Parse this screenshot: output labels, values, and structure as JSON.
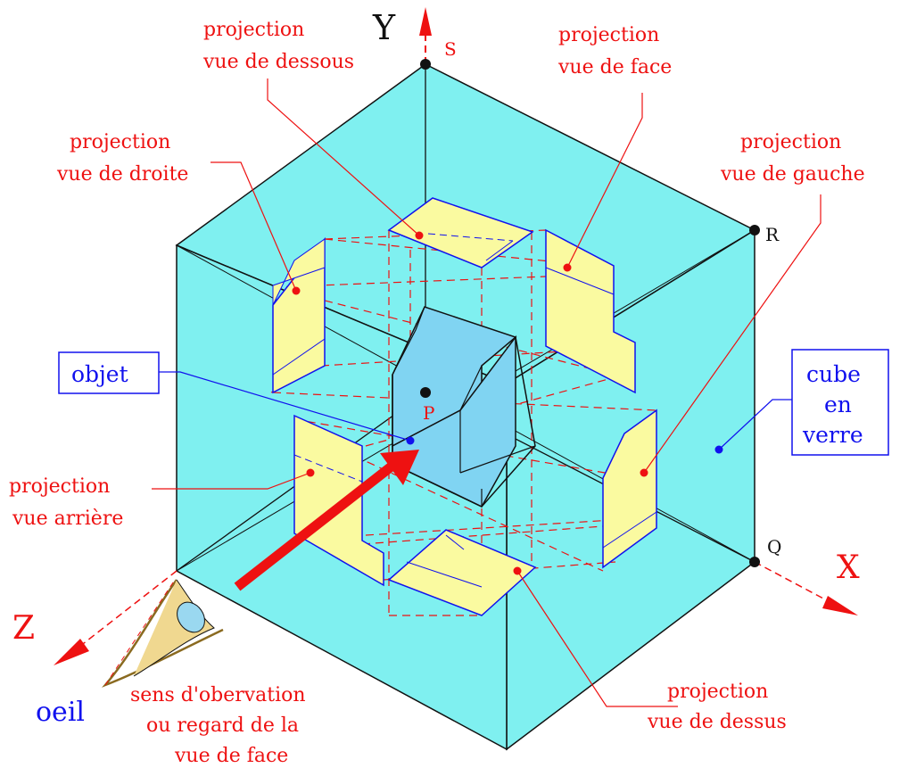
{
  "axes": {
    "x": "X",
    "y": "Y",
    "z": "Z"
  },
  "points": {
    "s": "S",
    "r": "R",
    "q": "Q",
    "p": "P"
  },
  "labels": {
    "dessous_1": "projection",
    "dessous_2": "vue de dessous",
    "face_1": "projection",
    "face_2": "vue de face",
    "droite_1": "projection",
    "droite_2": "vue de droite",
    "gauche_1": "projection",
    "gauche_2": "vue de gauche",
    "arriere_1": "projection",
    "arriere_2": "vue arrière",
    "dessus_1": "projection",
    "dessus_2": "vue de dessus",
    "objet": "objet",
    "cube_1": "cube",
    "cube_2": "en",
    "cube_3": "verre",
    "oeil": "oeil",
    "sens_1": "sens d'obervation",
    "sens_2": "ou regard de la",
    "sens_3": "vue de face"
  },
  "colors": {
    "cube_fill": "#7ff0f0",
    "projection_fill": "#fafaa0",
    "object_fill": "#80d4f2",
    "label_red": "#ee1111",
    "label_blue": "#1111ee",
    "edge_black": "#111111"
  }
}
